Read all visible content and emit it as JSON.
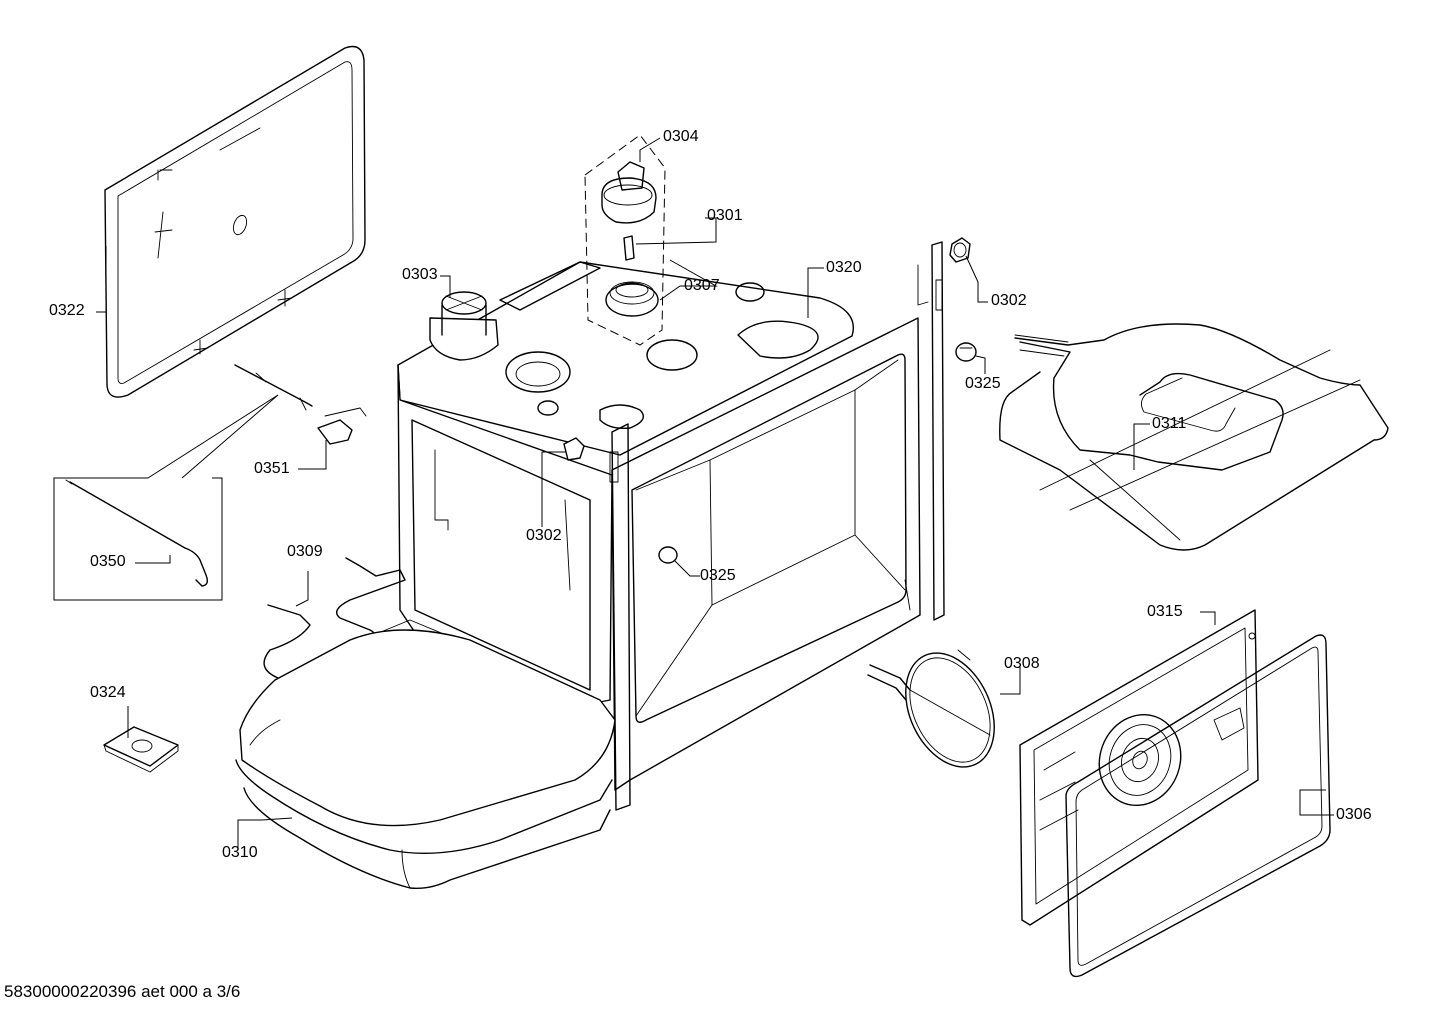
{
  "diagram": {
    "footer_text": "58300000220396 aet 000 a 3/6",
    "part_labels": {
      "p0304": "0304",
      "p0301": "0301",
      "p0303": "0303",
      "p0307": "0307",
      "p0320": "0320",
      "p0302_top": "0302",
      "p0302_mid": "0302",
      "p0322": "0322",
      "p0325_top": "0325",
      "p0325_mid": "0325",
      "p0311": "0311",
      "p0351": "0351",
      "p0350": "0350",
      "p0309": "0309",
      "p0315": "0315",
      "p0308": "0308",
      "p0324": "0324",
      "p0306": "0306",
      "p0310": "0310"
    }
  }
}
